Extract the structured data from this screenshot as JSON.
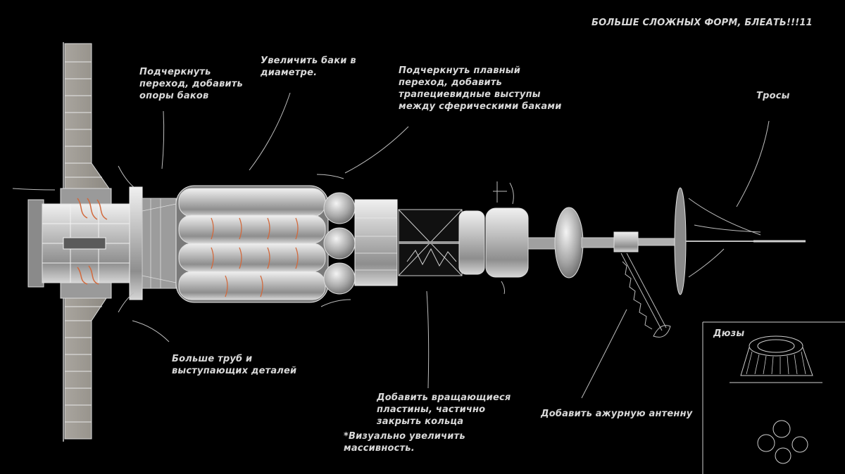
{
  "notes": {
    "header": "БОЛЬШЕ СЛОЖНЫХ ФОРМ, БЛЕАТЬ!!!11",
    "underline_transition": [
      "Подчеркнуть",
      "переход, добавить",
      "опоры баков"
    ],
    "tanks_diameter": [
      "Увеличить баки в",
      "диаметре."
    ],
    "smooth_transition": [
      "Подчеркнуть плавный",
      "переход, добавить",
      "трапециевидные выступы",
      "между сферическими баками"
    ],
    "cables": "Тросы",
    "nozzles": "Дюзы",
    "pipes": [
      "Больше труб и",
      "выступающих деталей"
    ],
    "rotating_plates": [
      "Добавить вращающиеся",
      "пластины, частично",
      "закрыть кольца"
    ],
    "massiveness": [
      "*Визуально увеличить",
      "массивность."
    ],
    "antenna": "Добавить ажурную антенну"
  },
  "colors": {
    "background": "#000000",
    "hull": "#b8b8b8",
    "hull_highlight": "#e6e6e6",
    "hull_shadow": "#6e6e6e",
    "accent_pipes": "#d2693c",
    "sketch_lines": "#bdbdbd",
    "text": "#d9d9d9"
  }
}
